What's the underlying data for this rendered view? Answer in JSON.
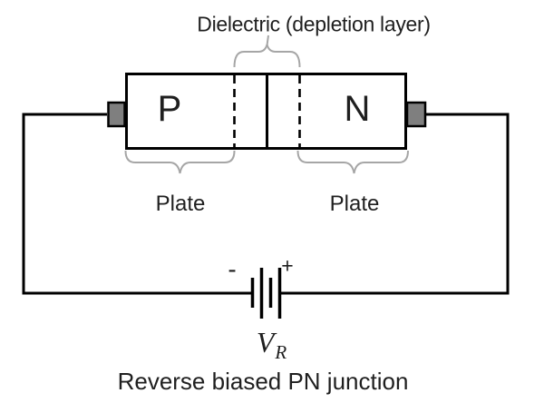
{
  "colors": {
    "line": "#000000",
    "text": "#1f1f1f",
    "terminal": "#7f7f7f",
    "brace": "#a6a6a6",
    "bg": "#ffffff"
  },
  "labels": {
    "depletion": "Dielectric (depletion layer)",
    "p_region": "P",
    "n_region": "N",
    "plate_left": "Plate",
    "plate_right": "Plate",
    "caption": "Reverse biased PN junction"
  },
  "battery": {
    "negative_sign": "-",
    "positive_sign": "+",
    "voltage_symbol": "V",
    "voltage_subscript": "R"
  }
}
